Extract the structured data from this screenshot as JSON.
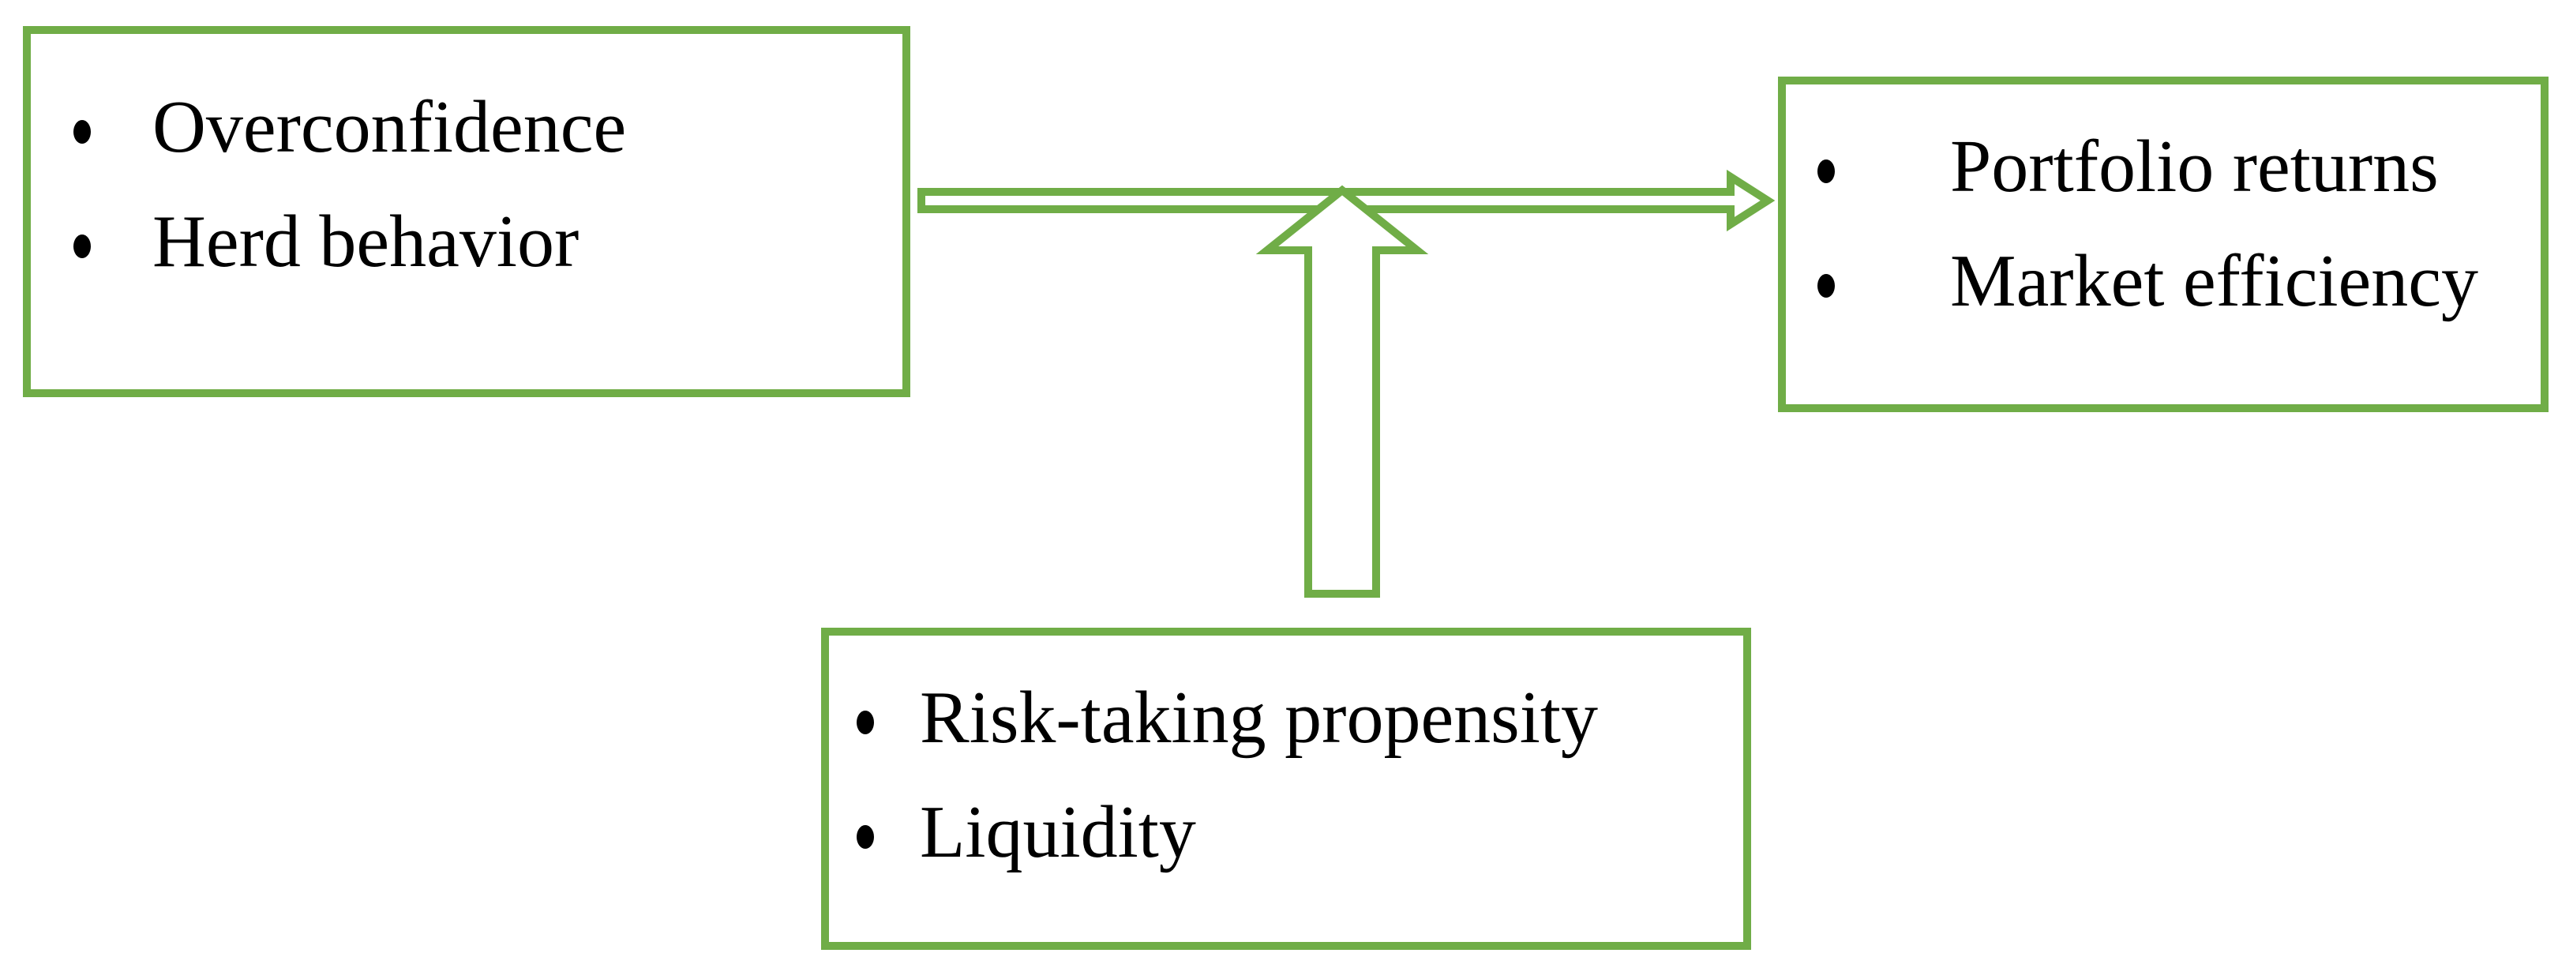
{
  "diagram": {
    "colors": {
      "accent_green": "#70AD47",
      "background": "#FFFFFF",
      "text_color": "#000000"
    },
    "icons": {
      "main_effect_arrow": "right-block-arrow-icon",
      "moderation_arrow": "up-block-arrow-icon",
      "bullet": "bullet-dot-icon"
    },
    "boxes": {
      "independent": {
        "items": [
          "Overconfidence",
          "Herd behavior"
        ]
      },
      "dependent": {
        "items": [
          "Portfolio returns",
          "Market efficiency"
        ]
      },
      "moderator": {
        "items": [
          "Risk-taking propensity",
          "Liquidity"
        ]
      }
    }
  }
}
